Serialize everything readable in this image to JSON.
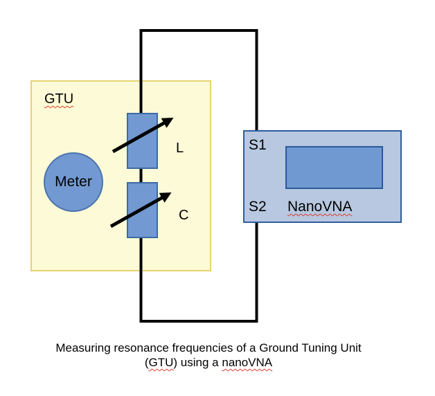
{
  "gtu": {
    "label": "GTU"
  },
  "meter": {
    "label": "Meter"
  },
  "inductor": {
    "label": "L"
  },
  "capacitor": {
    "label": "C"
  },
  "nanovna": {
    "port1": "S1",
    "port2": "S2",
    "label": "NanoVNA"
  },
  "caption": {
    "line1": "Measuring resonance frequencies of a Ground Tuning Unit",
    "line2": {
      "open": "(",
      "gtu": "GTU",
      "middle": ") using a ",
      "nanovna": "nanoVNA"
    }
  },
  "colors": {
    "background": "#ffffff",
    "gtu_fill": "#fdfbd7",
    "gtu_border": "#e9d26f",
    "component_fill": "#7299d1",
    "component_border": "#3d69a5",
    "nanovna_fill": "#b7c8e0",
    "nanovna_border": "#2e5c9c",
    "screen_fill": "#7099d1",
    "wire": "#000000",
    "spellcheck_underline": "#dd3a2b"
  }
}
